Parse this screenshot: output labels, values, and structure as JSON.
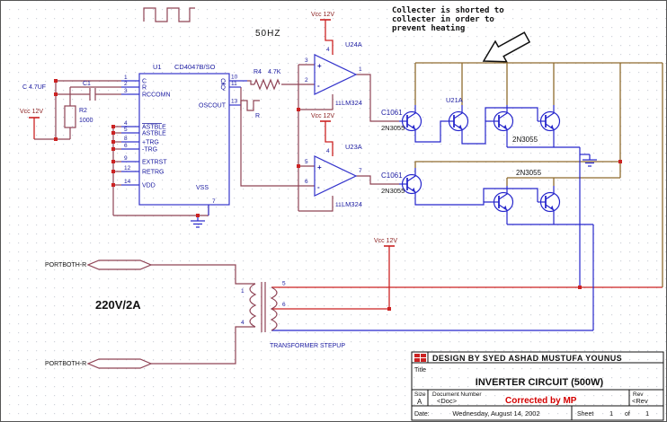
{
  "page": {
    "freq_label": "50HZ",
    "osc_net_label": "R",
    "voltage_label": "220V/2A",
    "vcc_label": "Vcc 12V"
  },
  "note": {
    "line1": "Collecter is shorted to",
    "line2": "collecter in order to",
    "line3": "prevent heating"
  },
  "u1": {
    "refdes": "U1",
    "part": "CD4047B/SO",
    "pins_left": [
      {
        "num": "1",
        "label": "C"
      },
      {
        "num": "2",
        "label": "R"
      },
      {
        "num": "3",
        "label": "RCCOMN"
      },
      {
        "num": "4",
        "label": "ASTBLE"
      },
      {
        "num": "5",
        "label": "ASTBLE"
      },
      {
        "num": "8",
        "label": "+TRG"
      },
      {
        "num": "6",
        "label": "-TRG"
      },
      {
        "num": "9",
        "label": "EXTRST"
      },
      {
        "num": "12",
        "label": "RETRG"
      },
      {
        "num": "14",
        "label": "VDD"
      }
    ],
    "pins_right": [
      {
        "num": "10",
        "label": "Q"
      },
      {
        "num": "11",
        "label": "Q"
      },
      {
        "num": "13",
        "label": "OSCOUT"
      },
      {
        "num": "7",
        "label": "VSS"
      }
    ]
  },
  "passives": {
    "c1_ref": "C1",
    "c1_val": "C 4.7UF",
    "r2_ref": "R2",
    "r2_val": "1000",
    "r4_ref": "R4",
    "r4_val": "4.7K"
  },
  "opamps": {
    "u24": {
      "refdes": "U24A",
      "part": "LM324",
      "plus": "+",
      "minus": "-",
      "pin_vcc": "4",
      "pin_gnd": "11",
      "pin_plus": "3",
      "pin_minus": "2",
      "pin_out": "1"
    },
    "u23": {
      "refdes": "U23A",
      "part": "LM324",
      "plus": "+",
      "minus": "-",
      "pin_vcc": "4",
      "pin_gnd": "11",
      "pin_plus": "5",
      "pin_minus": "6",
      "pin_out": "7"
    }
  },
  "transistors": {
    "upper_driver_ref": "C1061",
    "upper_driver_val": "2N3055",
    "u21_ref": "U21A",
    "upper_pair_val": "2N3055",
    "lower_driver_ref": "C1061",
    "lower_driver_val": "2N3055",
    "lower_pair_val": "2N3055"
  },
  "transformer": {
    "label": "TRANSFORMER STEPUP",
    "pin1": "1",
    "pin4": "4",
    "pin5": "5",
    "pin6": "6"
  },
  "ports": {
    "top": "PORTBOTH-R",
    "bottom": "PORTBOTH-R"
  },
  "titleblock": {
    "design_by": "DESIGN BY SYED ASHAD MUSTUFA YOUNUS",
    "title_label": "Title",
    "title": "INVERTER CIRCUIT (500W)",
    "size_label": "Size",
    "size": "A",
    "doc_label": "Document Number",
    "doc": "<Doc>",
    "corrected": "Corrected by MP",
    "rev_label": "Rev",
    "rev": "<Rev",
    "date_label": "Date:",
    "date": "Wednesday, August 14, 2002",
    "sheet_label": "Sheet",
    "sheet": "1",
    "of_label": "of",
    "total": "1"
  }
}
